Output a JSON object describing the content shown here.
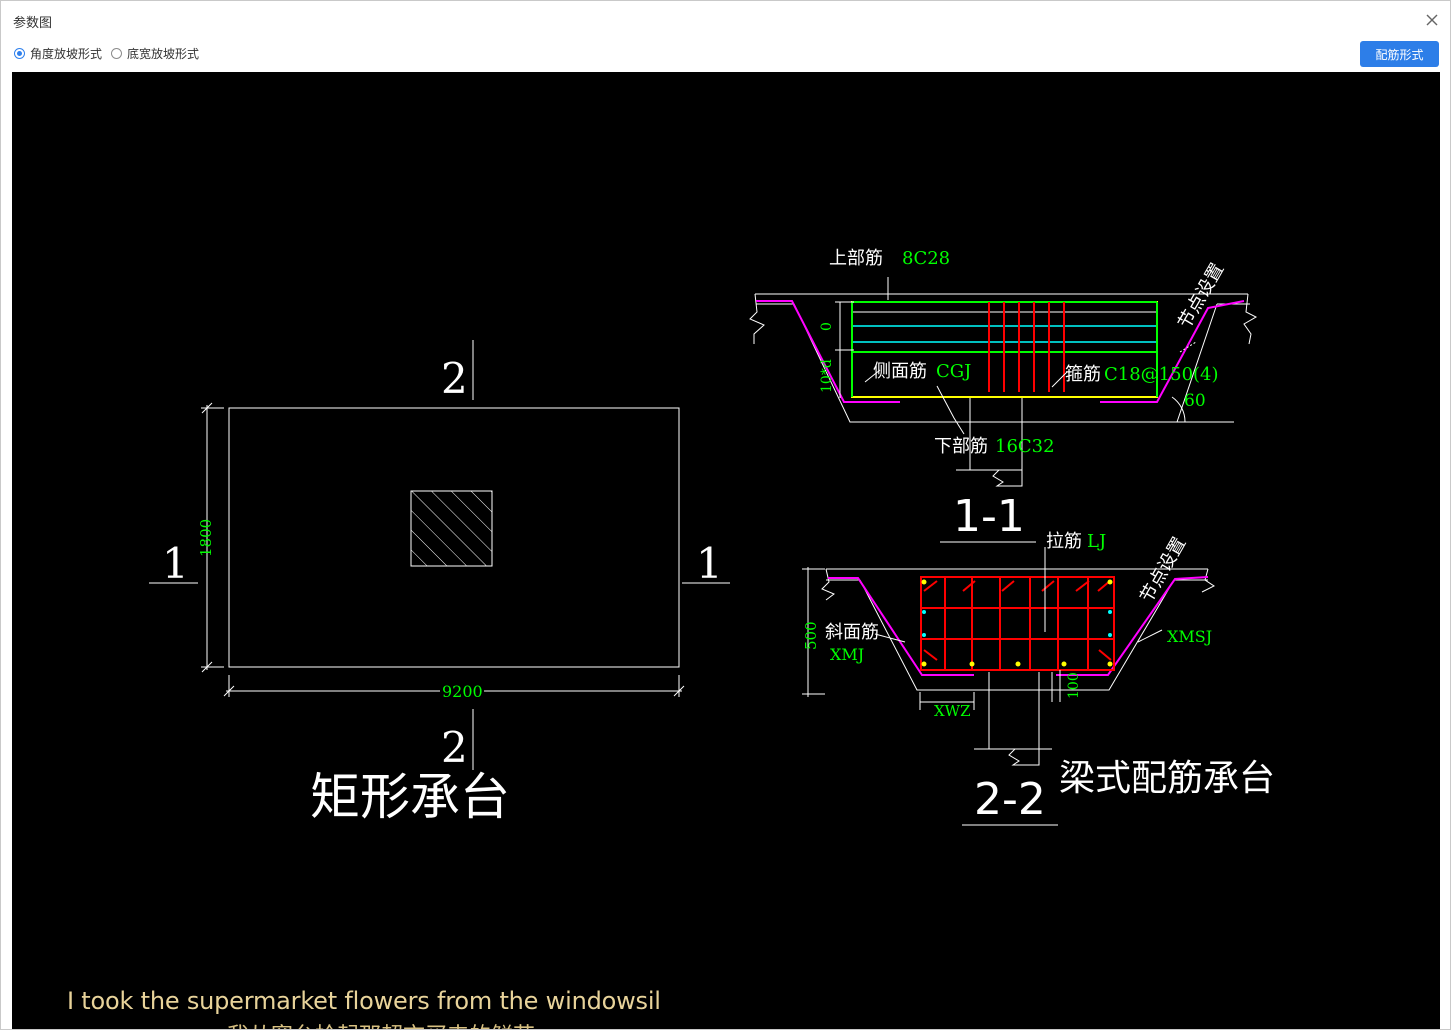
{
  "window": {
    "title": "参数图"
  },
  "toolbar": {
    "radio_angle": {
      "label": "角度放坡形式",
      "selected": true
    },
    "radio_width": {
      "label": "底宽放坡形式",
      "selected": false
    },
    "config_button": "配筋形式"
  },
  "drawing": {
    "plan": {
      "section_2_top": "2",
      "section_2_bottom": "2",
      "section_1_left": "1",
      "section_1_right": "1",
      "dim_height": "1800",
      "dim_width": "9200",
      "caption": "矩形承台"
    },
    "section_1_1": {
      "top_bar_label": "上部筋",
      "top_bar_value": "8C28",
      "side_bar_label": "侧面筋",
      "side_bar_value": "CGJ",
      "stirrup_label": "箍筋",
      "stirrup_value": "C18@150(4)",
      "bottom_bar_label": "下部筋",
      "bottom_bar_value": "16C32",
      "node_label": "节点设置",
      "angle": "60",
      "dim_zero": "0",
      "dim_10d": "10*d",
      "caption": "1-1"
    },
    "section_2_2": {
      "tie_label": "拉筋",
      "tie_value": "LJ",
      "slope_label": "斜面筋",
      "slope_value": "XMJ",
      "node_label": "节点设置",
      "xmsj": "XMSJ",
      "xwz": "XWZ",
      "dim_500": "500",
      "dim_100": "100",
      "caption": "2-2"
    },
    "beam_caption": "梁式配筋承台"
  },
  "subtitles": {
    "english": "I took the supermarket flowers from the windowsil",
    "chinese": "我从窗台拾起那超市买来的鲜花"
  },
  "colors": {
    "primary": "#2d7ee8",
    "cad_white": "#ffffff",
    "cad_green": "#00ff00",
    "cad_red": "#ff0000",
    "cad_cyan": "#00ffff",
    "cad_yellow": "#ffff00",
    "cad_magenta": "#ff00ff"
  }
}
